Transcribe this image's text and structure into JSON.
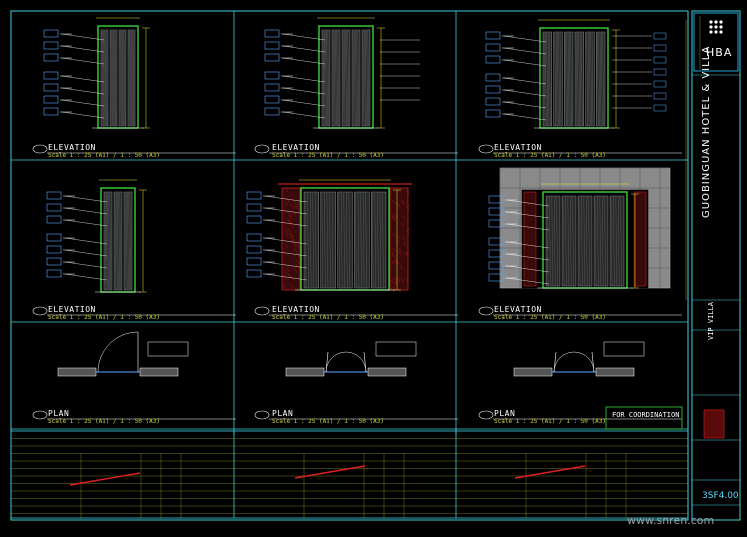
{
  "viewports": [
    {
      "id": "e1",
      "title": "ELEVATION",
      "scale": "Scale 1 : 25 (A1) / 1 : 50 (A3)"
    },
    {
      "id": "e2",
      "title": "ELEVATION",
      "scale": "Scale 1 : 25 (A1) / 1 : 50 (A3)"
    },
    {
      "id": "e3",
      "title": "ELEVATION",
      "scale": "Scale 1 : 25 (A1) / 1 : 50 (A3)"
    },
    {
      "id": "e4",
      "title": "ELEVATION",
      "scale": "Scale 1 : 25 (A1) / 1 : 50 (A3)"
    },
    {
      "id": "e5",
      "title": "ELEVATION",
      "scale": "Scale 1 : 25 (A1) / 1 : 50 (A3)"
    },
    {
      "id": "e6",
      "title": "ELEVATION",
      "scale": "Scale 1 : 25 (A1) / 1 : 50 (A3)"
    },
    {
      "id": "p1",
      "title": "PLAN",
      "scale": "Scale 1 : 25 (A1) / 1 : 50 (A3)"
    },
    {
      "id": "p2",
      "title": "PLAN",
      "scale": "Scale 1 : 25 (A1) / 1 : 50 (A3)"
    },
    {
      "id": "p3",
      "title": "PLAN",
      "scale": "Scale 1 : 25 (A1) / 1 : 50 (A3)"
    }
  ],
  "for_coordination": "FOR COORDINATION",
  "title_block": {
    "brand": "HBA",
    "project": "GUOBINGUAN HOTEL & VILLA",
    "sheet_title": "VIP VILLA",
    "sheet_number": "3SF4.00"
  },
  "watermark": "www.snren.com",
  "colors": {
    "background": "#000000",
    "frame": "#3fd0e0",
    "door": "#3ad43a",
    "dimension": "#e8e83a",
    "marble": "#c2211c",
    "stone": "#8a8a8a",
    "annotation": "#ffffff",
    "tag": "#59a8ff"
  }
}
